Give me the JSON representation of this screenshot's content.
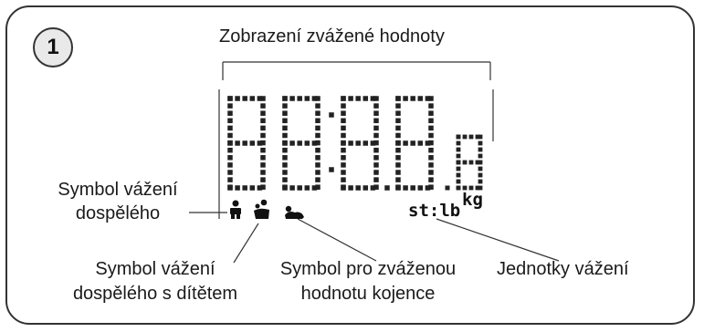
{
  "step_number": "1",
  "labels": {
    "display_value": "Zobrazení zvážené hodnoty",
    "adult_symbol": [
      "Symbol vážení",
      "dospělého"
    ],
    "adult_child_symbol": [
      "Symbol vážení",
      "dospělého s dítětem"
    ],
    "infant_symbol": [
      "Symbol pro zváženou",
      "hodnotu kojence"
    ],
    "units": "Jednotky vážení"
  },
  "display": {
    "digits": "88:88.8",
    "units_st_lb": "st:lb",
    "units_kg": "kg"
  },
  "icons": [
    "adult-icon",
    "adult-with-child-icon",
    "infant-icon"
  ],
  "colors": {
    "line": "#333333",
    "badge_fill": "#e9e9e9",
    "text": "#1a1a1a"
  }
}
